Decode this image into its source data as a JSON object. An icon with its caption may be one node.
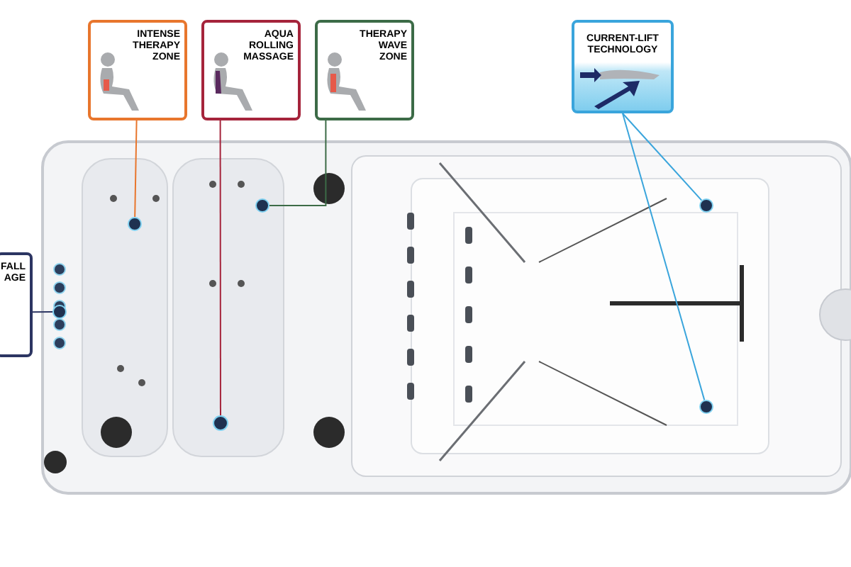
{
  "diagram": {
    "nodes": [
      {
        "text": [
          "INTENSE THERAPY ZONE"
        ]
      },
      {
        "text": [
          "AQUA ROLLING MASSAGE"
        ]
      },
      {
        "text": [
          "THERAPY WAVE ZONE"
        ]
      },
      {
        "text": [
          "CURRENT-LIFT TECHNOLOGY"
        ]
      },
      {
        "text": [
          "FALL AGE"
        ]
      },
      {
        "text": [],
        "shape": "circle"
      },
      {
        "text": [],
        "shape": "circle"
      },
      {
        "text": [],
        "shape": "circle"
      },
      {
        "text": [],
        "shape": "circle"
      },
      {
        "text": [],
        "shape": "circle"
      },
      {
        "text": [],
        "shape": "circle"
      }
    ],
    "edges": [
      {
        "from": 0,
        "to": 5,
        "arrow": "none",
        "color": "#e8762d"
      },
      {
        "from": 1,
        "to": 6,
        "arrow": "none",
        "color": "#a5243b"
      },
      {
        "from": 2,
        "to": 7,
        "arrow": "none",
        "color": "#3c6b47"
      },
      {
        "from": 4,
        "to": 8,
        "arrow": "none",
        "color": "#2c3562"
      },
      {
        "from": 3,
        "to": 9,
        "arrow": "none",
        "color": "#3aa5dc"
      },
      {
        "from": 3,
        "to": 10,
        "arrow": "none",
        "color": "#3aa5dc"
      }
    ]
  }
}
